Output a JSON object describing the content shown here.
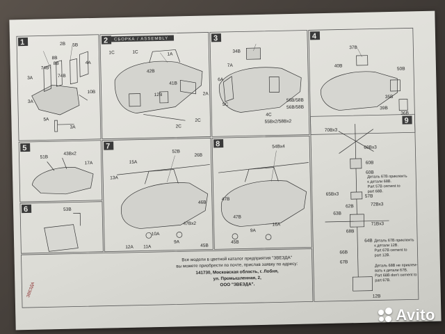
{
  "header": {
    "title": "СБОРКА / ASSEMBLY"
  },
  "steps": [
    "1",
    "2",
    "3",
    "4",
    "5",
    "6",
    "7",
    "8",
    "9"
  ],
  "labels": {
    "s1": [
      "8B",
      "2B",
      "5B",
      "4A",
      "8B",
      "74B",
      "3A",
      "74B",
      "10B",
      "3A",
      "5A",
      "3A"
    ],
    "s2": [
      "1C",
      "1C",
      "42B",
      "1A",
      "41B",
      "2A",
      "12B",
      "2C",
      "2C"
    ],
    "s3": [
      "34B",
      "7A",
      "6A",
      "5C",
      "56B/58B",
      "56B/58B",
      "4C",
      "55Bx2/58Bx2"
    ],
    "s4": [
      "37B",
      "40B",
      "50B",
      "35B",
      "39B",
      "36B"
    ],
    "s5": [
      "51B",
      "43Bx2",
      "17A"
    ],
    "s6": [
      "53B"
    ],
    "s7": [
      "15A",
      "52B",
      "26B",
      "13A",
      "46B",
      "47Bx2",
      "10A",
      "9A",
      "12A",
      "11A",
      "45B"
    ],
    "s8": [
      "54Bx4",
      "47B",
      "47B",
      "16A",
      "9A",
      "45B"
    ],
    "s9": [
      "70Bx3",
      "69Bx3",
      "60B",
      "60B",
      "65Bx3",
      "63B",
      "57B",
      "62B",
      "68B",
      "72Bx3",
      "71Bx3",
      "64B",
      "66B",
      "67B",
      "12B"
    ]
  },
  "notes": {
    "n1": [
      "Деталь 67В приклеить",
      "к детали 68В.",
      "Part 57B cement to",
      "part 68B."
    ],
    "n2": [
      "Деталь 67В приклеить",
      "к детали 12В.",
      "Part 67B cement to",
      "part 12B."
    ],
    "n3": [
      "Деталь 68В не приклеи-",
      "вать к детали 67В.",
      "Part 68B don't cement to",
      "part 67B."
    ]
  },
  "footer": {
    "line1": "Все модели в цветной каталог предприятия \"ЗВЕЗДА\"",
    "line2": "вы можете приобрести по почте, прислав заявку по адресу:",
    "line3": "141730, Московская область, г. Лобня,",
    "line4": "ул. Промышленная, 2,",
    "line5": "ООО \"ЗВЕЗДА\"."
  },
  "stamp": "ЗВЕЗДА",
  "watermark": {
    "text": "Avito",
    "color": "#ffffff"
  }
}
